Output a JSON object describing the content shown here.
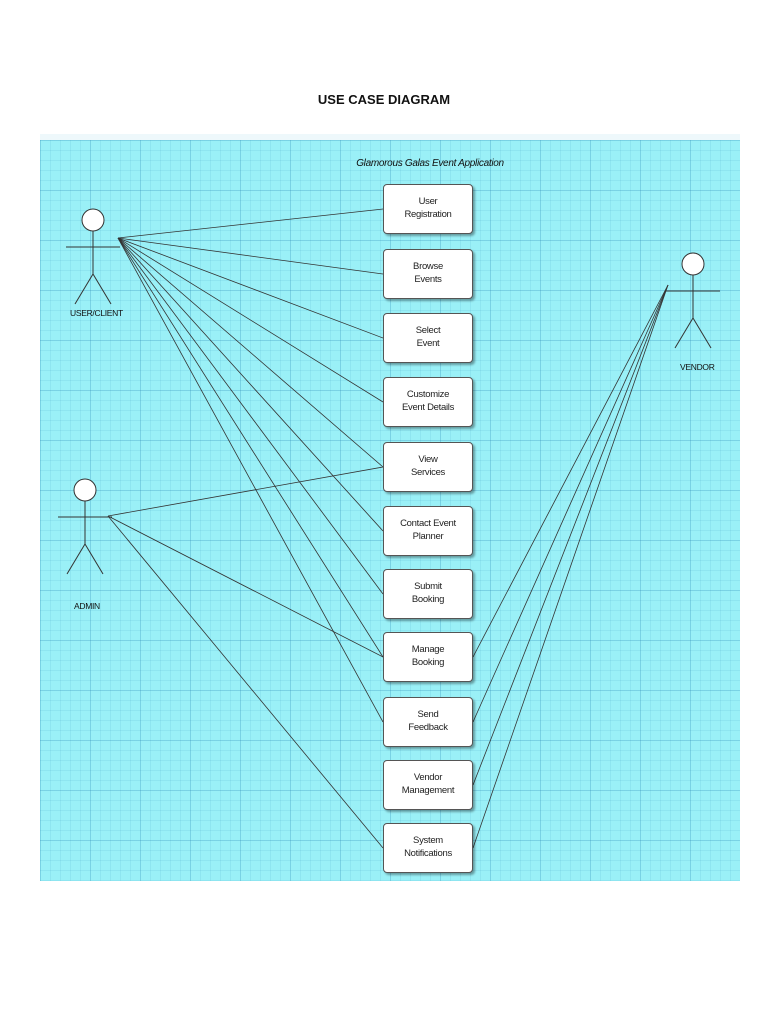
{
  "page": {
    "title": "USE CASE DIAGRAM"
  },
  "diagram": {
    "system_name": "Glamorous Galas Event Application",
    "actors": {
      "user": "USER/CLIENT",
      "admin": "ADMIN",
      "vendor": "VENDOR"
    },
    "use_cases": [
      "User\nRegistration",
      "Browse\nEvents",
      "Select\nEvent",
      "Customize\nEvent Details",
      "View\nServices",
      "Contact Event\nPlanner",
      "Submit\nBooking",
      "Manage\nBooking",
      "Send\nFeedback",
      "Vendor\nManagement",
      "System\nNotifications"
    ],
    "associations": {
      "user": [
        0,
        1,
        2,
        3,
        4,
        5,
        6,
        7,
        8
      ],
      "admin": [
        4,
        7,
        10
      ],
      "vendor": [
        7,
        8,
        9,
        10
      ]
    },
    "colors": {
      "background": "#9af0f7",
      "line": "#333333"
    }
  }
}
